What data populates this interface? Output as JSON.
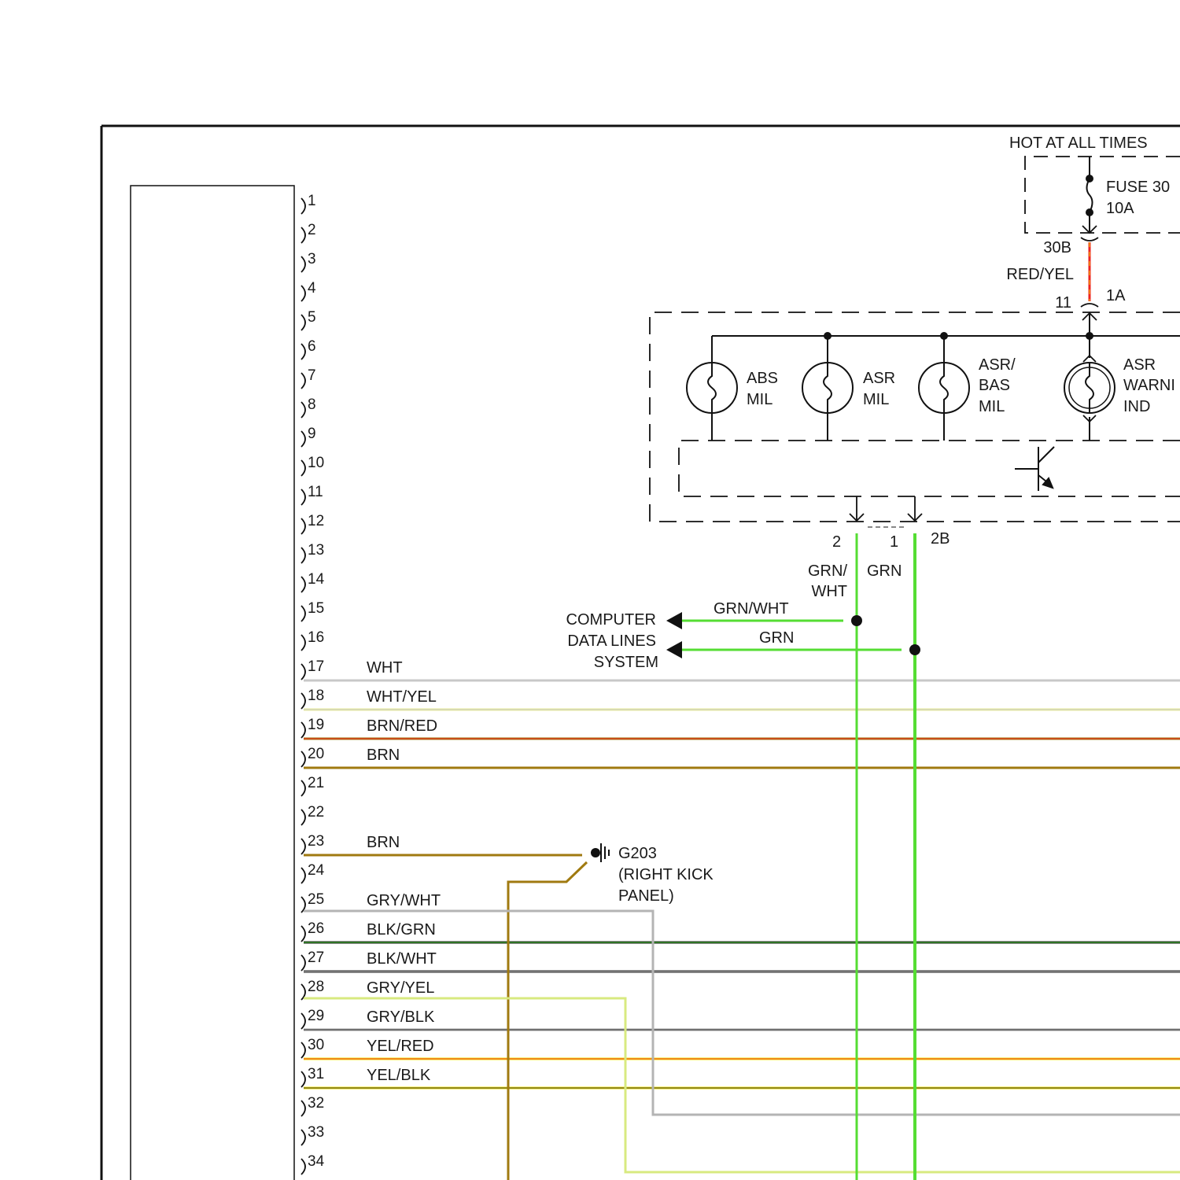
{
  "power": {
    "hot_label": "HOT AT ALL TIMES",
    "fuse_name": "FUSE 30",
    "fuse_rating": "10A",
    "fuse_terminal": "30B",
    "feed_wire": "RED/YEL",
    "cluster_pin": "11",
    "cluster_connector": "1A"
  },
  "indicators": [
    {
      "line1": "ABS",
      "line2": "MIL",
      "line3": ""
    },
    {
      "line1": "ASR",
      "line2": "MIL",
      "line3": ""
    },
    {
      "line1": "ASR/",
      "line2": "BAS",
      "line3": "MIL"
    },
    {
      "line1": "ASR",
      "line2": "WARNI",
      "line3": "IND"
    }
  ],
  "data_lines": {
    "pin_left": "2",
    "pin_right": "1",
    "connector": "2B",
    "wire_left_1": "GRN/",
    "wire_left_2": "WHT",
    "wire_right": "GRN",
    "dest_line1": "COMPUTER",
    "dest_line2": "DATA LINES",
    "dest_line3": "SYSTEM",
    "arrow_upper_label": "GRN/WHT",
    "arrow_lower_label": "GRN"
  },
  "ground": {
    "name": "G203",
    "location_line1": "(RIGHT KICK",
    "location_line2": "PANEL)"
  },
  "pins": [
    "1",
    "2",
    "3",
    "4",
    "5",
    "6",
    "7",
    "8",
    "9",
    "10",
    "11",
    "12",
    "13",
    "14",
    "15",
    "16",
    "17",
    "18",
    "19",
    "20",
    "21",
    "22",
    "23",
    "24",
    "25",
    "26",
    "27",
    "28",
    "29",
    "30",
    "31",
    "32",
    "33",
    "34"
  ],
  "wires": [
    {
      "pin": "17",
      "label": "WHT",
      "color": "#c8c8c8",
      "stripe": ""
    },
    {
      "pin": "18",
      "label": "WHT/YEL",
      "color": "#e8ee9a",
      "stripe": "#c8c8c8"
    },
    {
      "pin": "19",
      "label": "BRN/RED",
      "color": "#a07a10",
      "stripe": "#ee2222"
    },
    {
      "pin": "20",
      "label": "BRN",
      "color": "#a07a10",
      "stripe": ""
    },
    {
      "pin": "23",
      "label": "BRN",
      "color": "#a07a10",
      "stripe": ""
    },
    {
      "pin": "25",
      "label": "GRY/WHT",
      "color": "#b4b4b4",
      "stripe": "#dddddd"
    },
    {
      "pin": "26",
      "label": "BLK/GRN",
      "color": "#1a1a1a",
      "stripe": "#44cc33"
    },
    {
      "pin": "27",
      "label": "BLK/WHT",
      "color": "#1a1a1a",
      "stripe": "#cccccc"
    },
    {
      "pin": "28",
      "label": "GRY/YEL",
      "color": "#b4b4b4",
      "stripe": "#eef060"
    },
    {
      "pin": "29",
      "label": "GRY/BLK",
      "color": "#9a9a9a",
      "stripe": "#444444"
    },
    {
      "pin": "30",
      "label": "YEL/RED",
      "color": "#f0e000",
      "stripe": "#ee3333"
    },
    {
      "pin": "31",
      "label": "YEL/BLK",
      "color": "#f0e000",
      "stripe": "#333333"
    }
  ],
  "colors": {
    "green": "#55dd33",
    "red_yel": "#ee2222",
    "outline": "#111111"
  }
}
